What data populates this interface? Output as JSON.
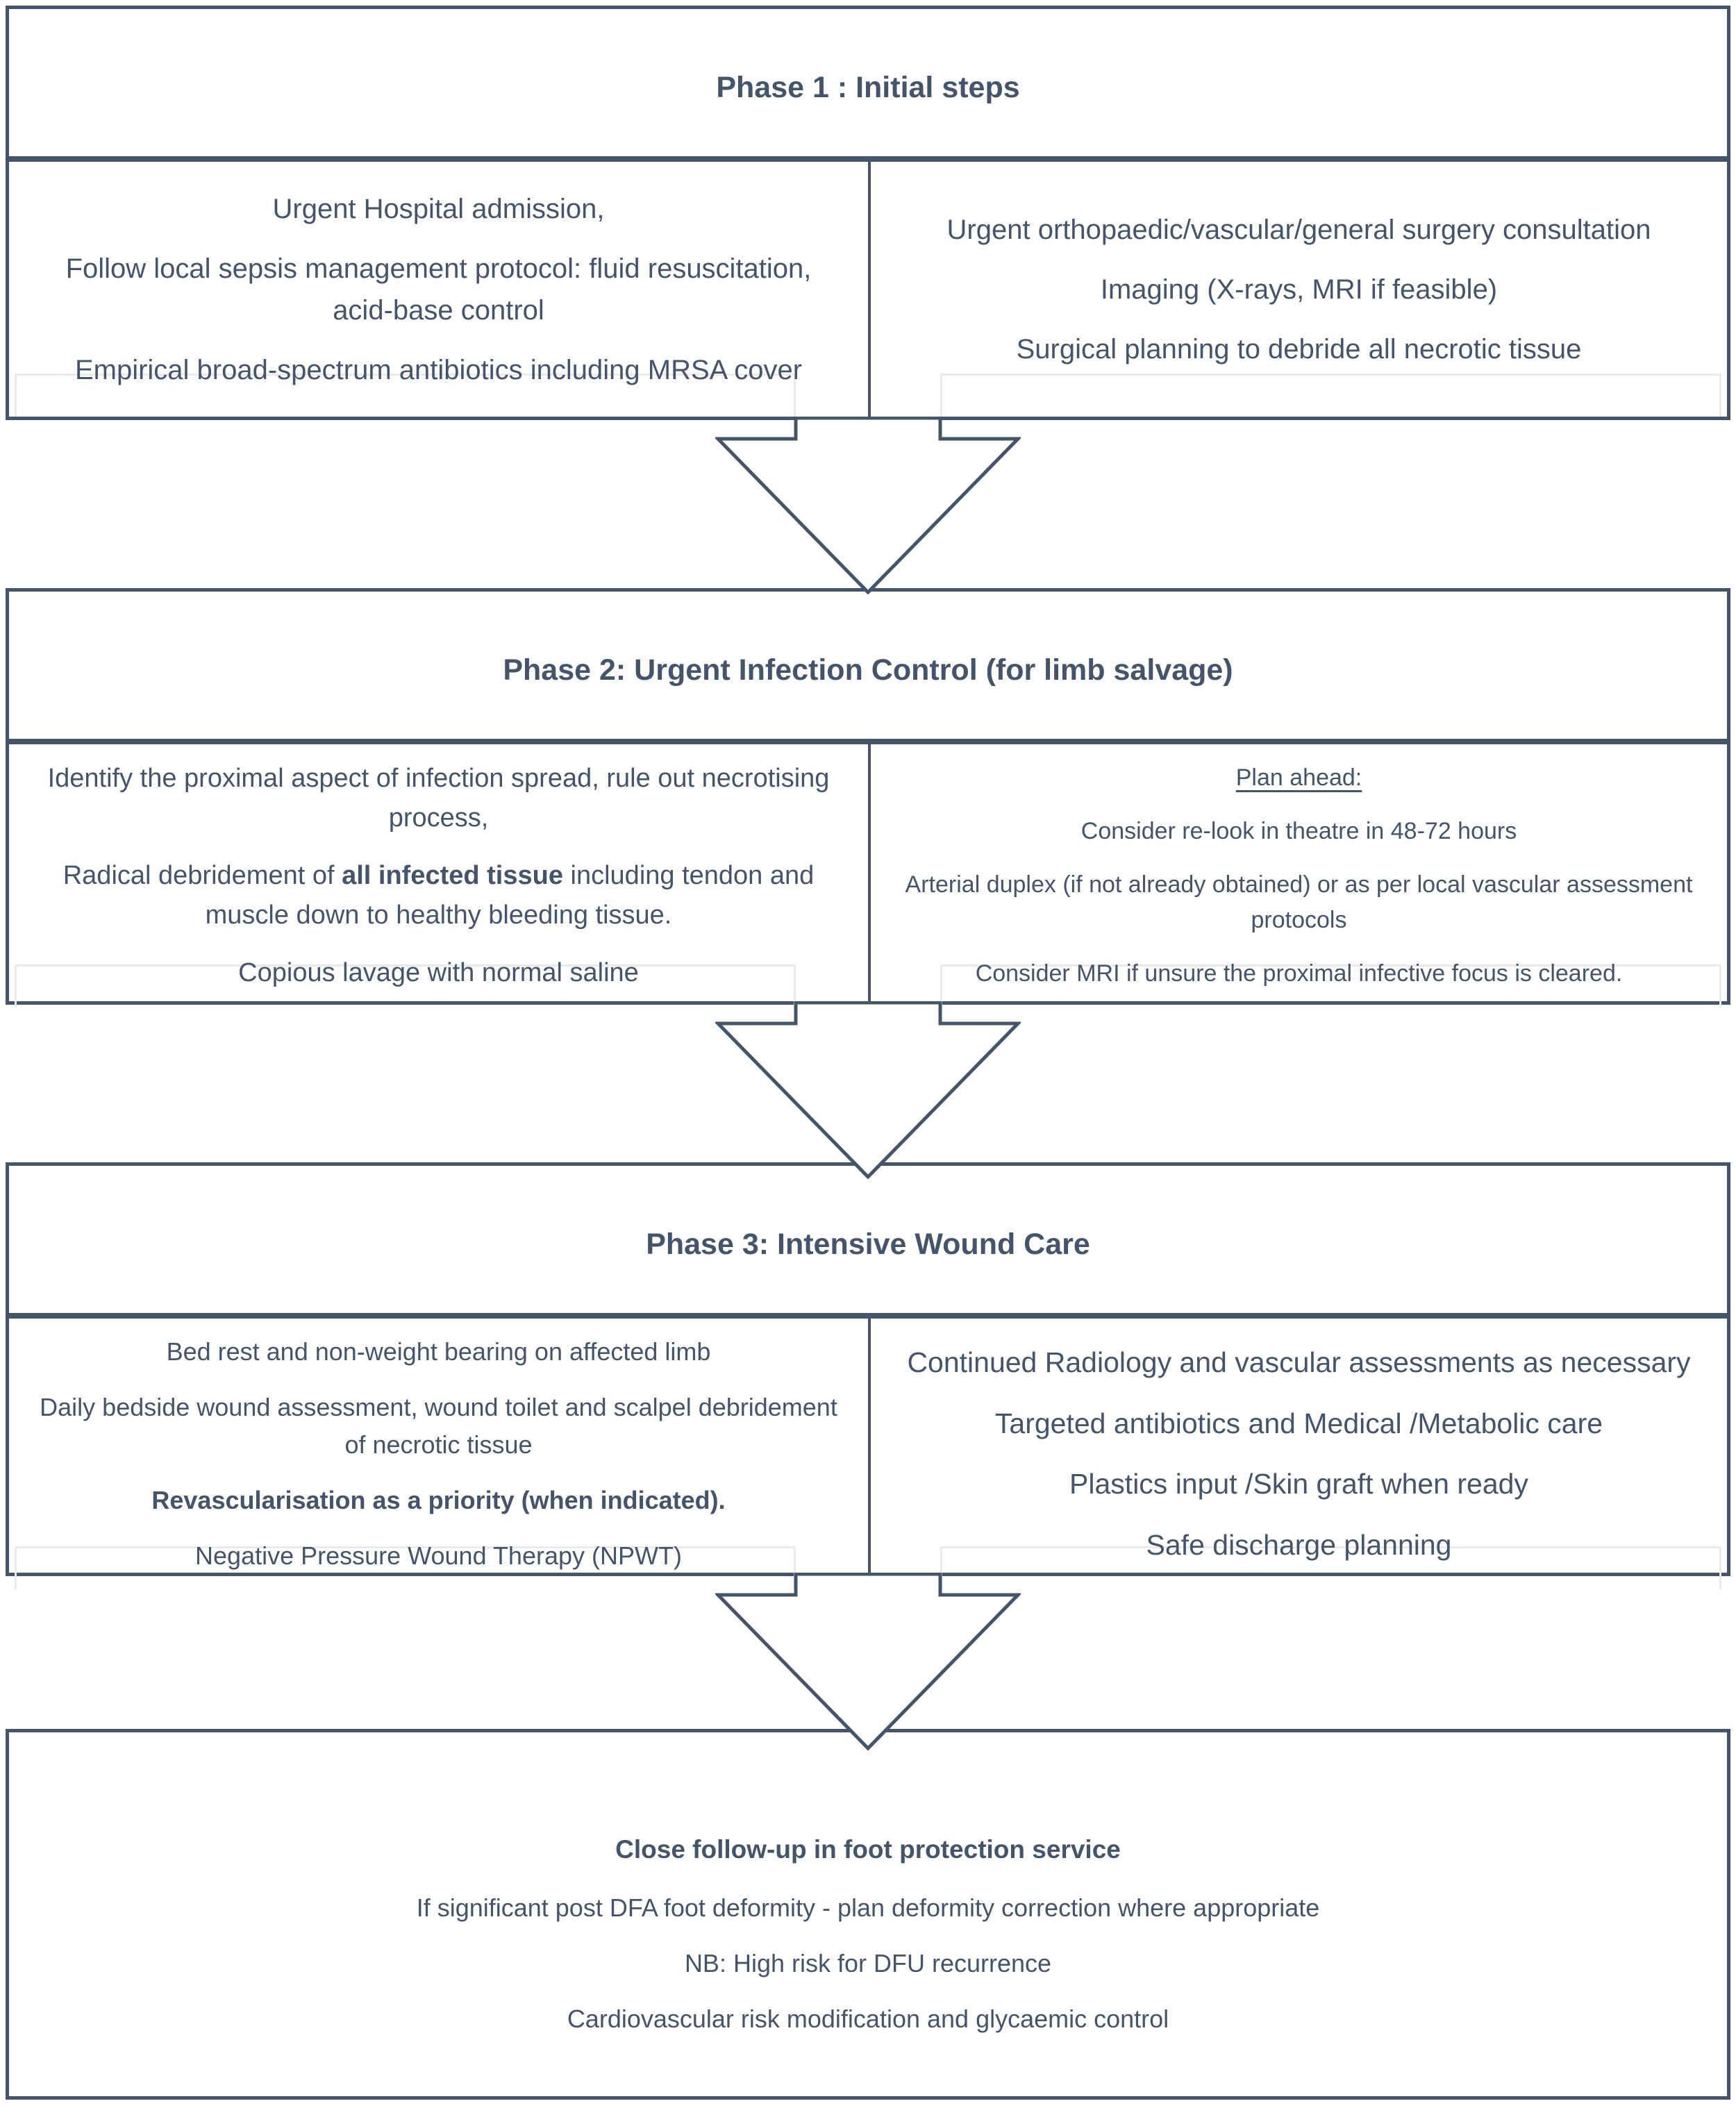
{
  "colors": {
    "ink": "#44546A",
    "ghost_outline": "#e9ebee",
    "background": "#ffffff"
  },
  "phase1": {
    "title": "Phase 1 : Initial steps",
    "left": [
      "Urgent Hospital admission,",
      "Follow local sepsis management protocol: fluid resuscitation, acid-base control",
      "Empirical broad-spectrum antibiotics including MRSA cover"
    ],
    "right": [
      "Urgent orthopaedic/vascular/general surgery consultation",
      "Imaging (X-rays, MRI if feasible)",
      "Surgical planning to debride all necrotic tissue"
    ]
  },
  "phase2": {
    "title": "Phase 2: Urgent Infection Control (for limb salvage)",
    "left_item1": "Identify the proximal aspect of infection spread, rule out necrotising process,",
    "left_item2_pre": "Radical debridement of ",
    "left_item2_bold": "all infected tissue",
    "left_item2_post": " including tendon and muscle down to healthy bleeding tissue.",
    "left_item3": "Copious lavage with normal saline",
    "right_heading": "Plan ahead:",
    "right": [
      "Consider re-look in theatre in 48-72 hours",
      "Arterial duplex (if not already obtained) or as per local vascular assessment protocols",
      "Consider MRI if unsure the proximal infective focus is cleared."
    ]
  },
  "phase3": {
    "title": "Phase 3: Intensive Wound Care",
    "left": [
      "Bed rest and non-weight bearing on affected limb",
      "Daily bedside wound assessment, wound toilet and scalpel debridement of necrotic tissue",
      "Revascularisation as a priority (when indicated).",
      "Negative Pressure Wound Therapy (NPWT)"
    ],
    "right": [
      "Continued Radiology and vascular assessments as necessary",
      "Targeted antibiotics and Medical /Metabolic care",
      "Plastics input /Skin graft when ready",
      "Safe discharge planning"
    ]
  },
  "footer": {
    "title": "Close follow-up in foot protection service",
    "lines": [
      "If significant post DFA foot deformity - plan deformity correction where appropriate",
      "NB: High risk for DFU recurrence",
      "Cardiovascular risk modification and glycaemic control"
    ]
  }
}
